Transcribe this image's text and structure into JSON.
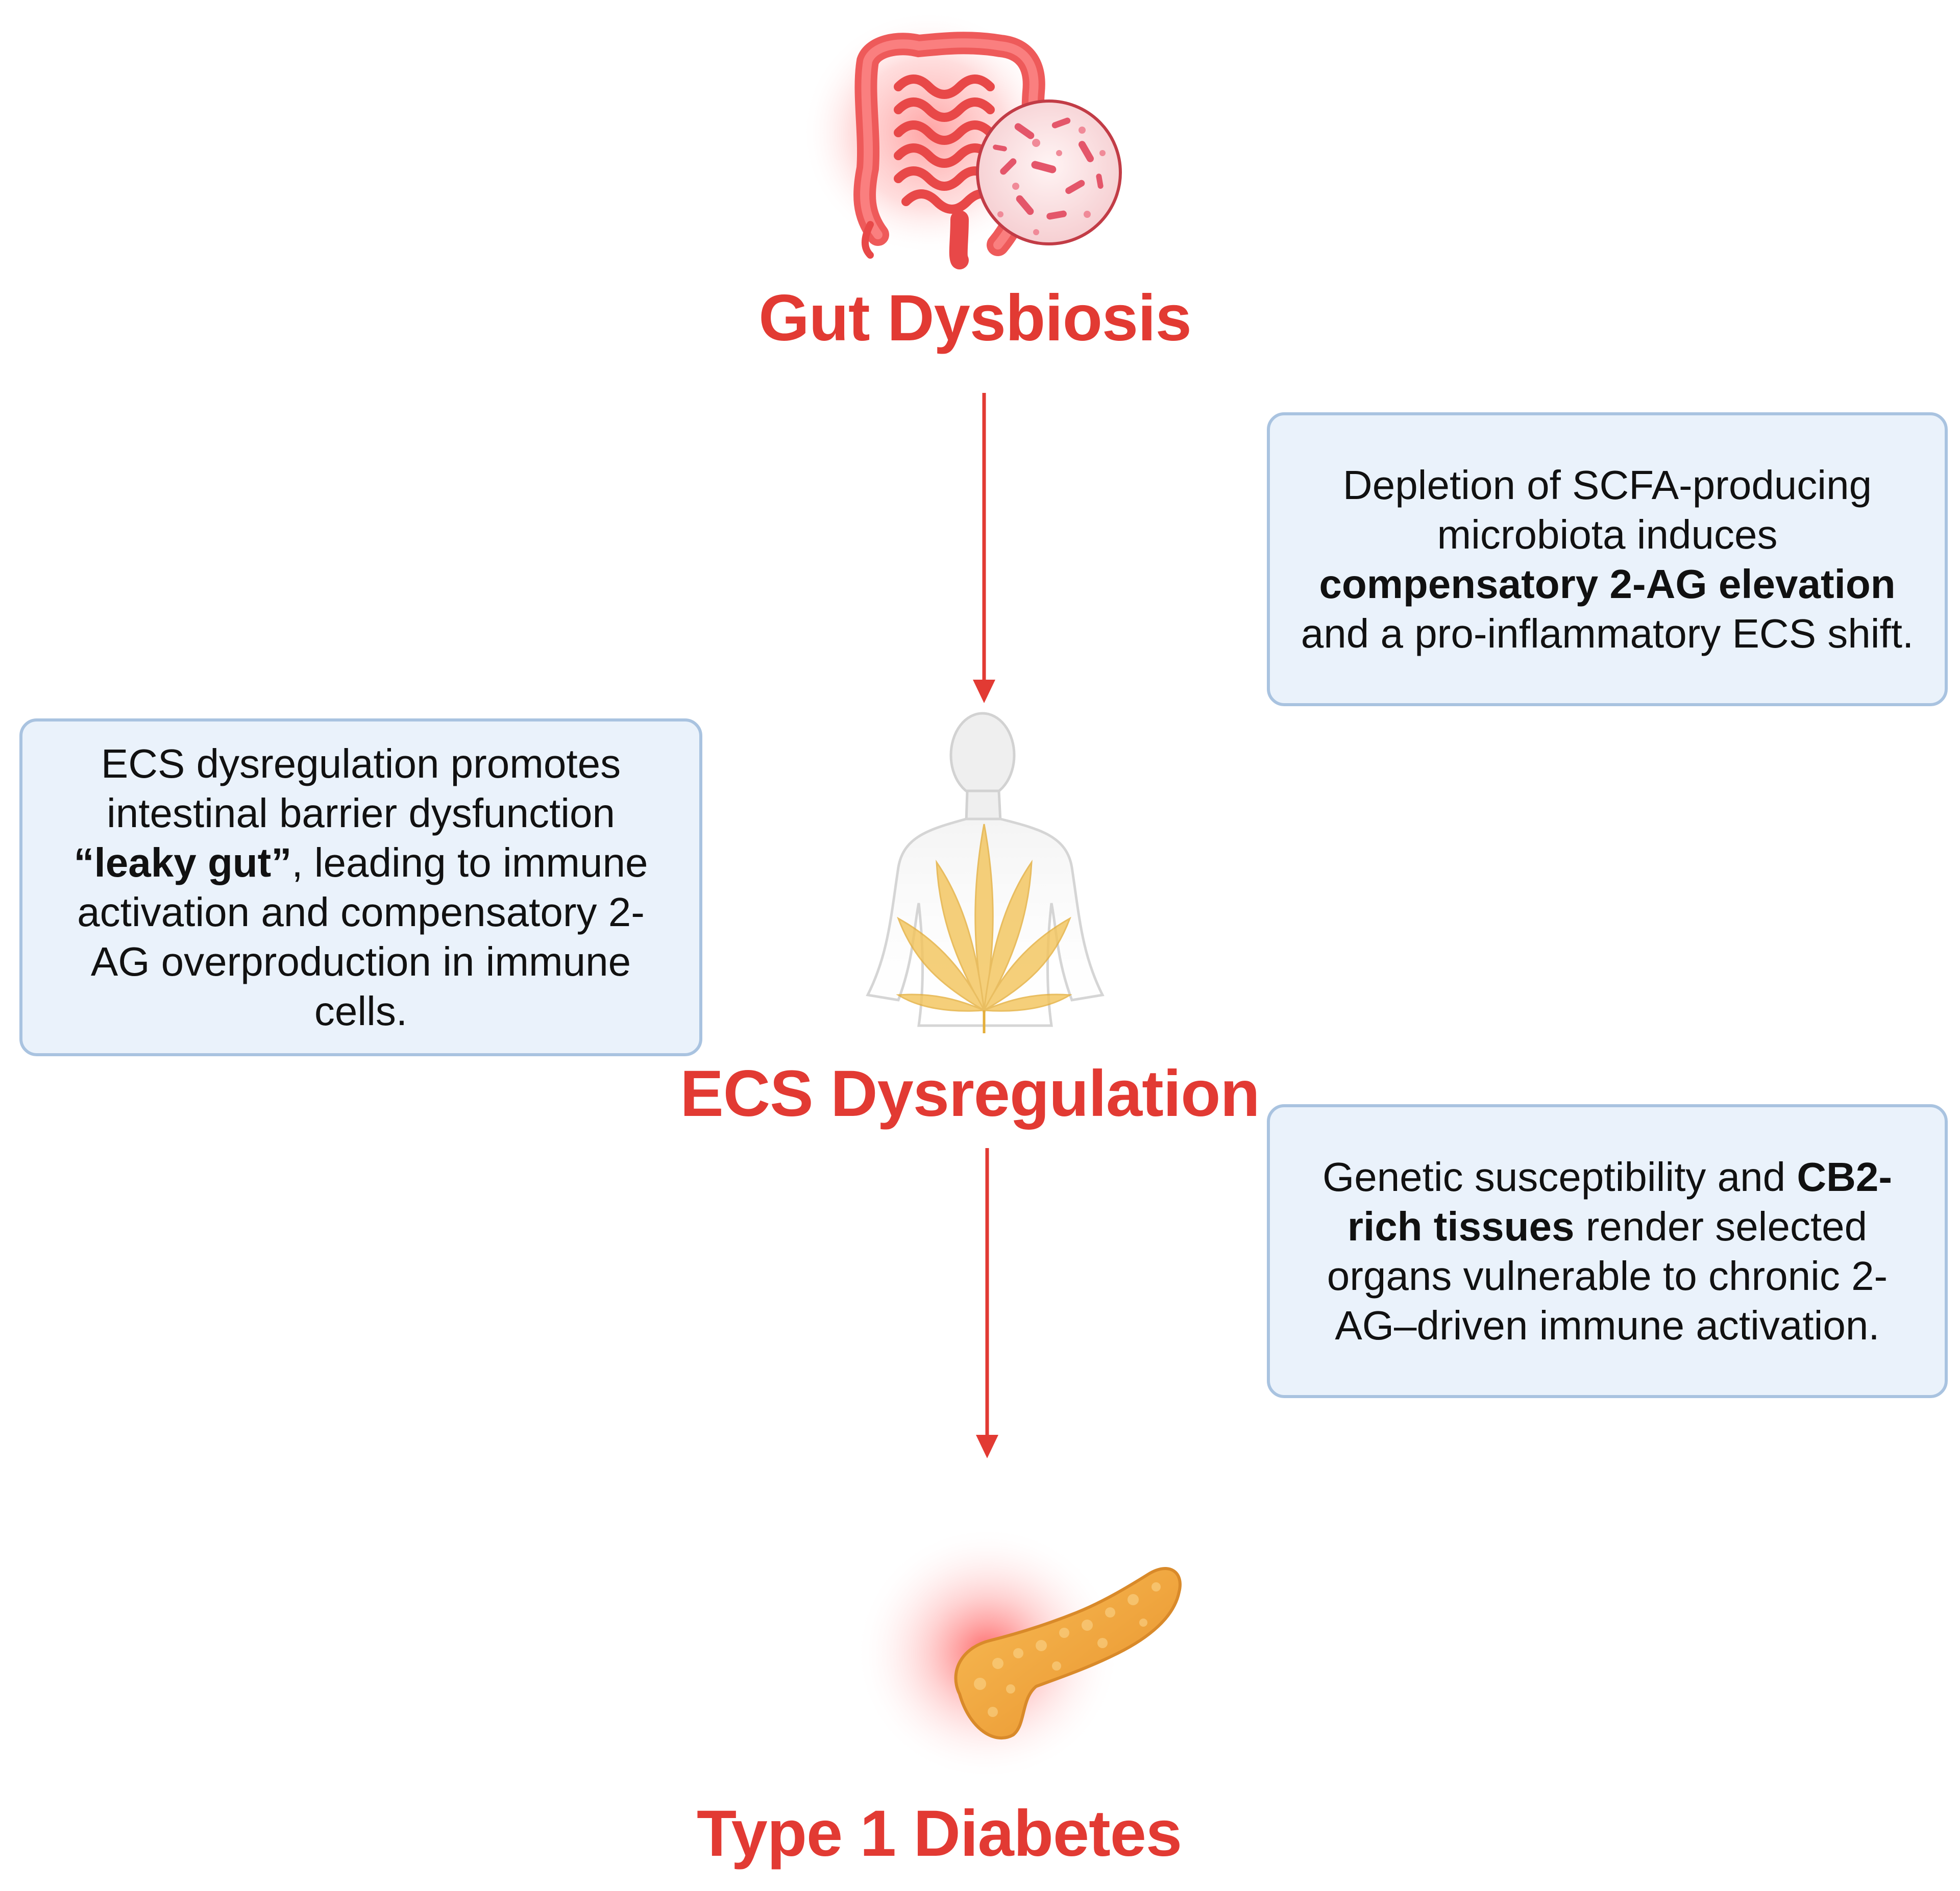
{
  "stages": {
    "gut": {
      "title": "Gut Dysbiosis",
      "icon": "intestine-icon"
    },
    "ecs": {
      "title": "ECS Dysregulation",
      "icon": "human-cannabis-leaf-icon"
    },
    "t1d": {
      "title": "Type 1 Diabetes",
      "icon": "pancreas-icon"
    }
  },
  "boxes": {
    "scfa": {
      "part1": "Depletion of SCFA-producing microbiota induces ",
      "bold": "compensatory 2-AG elevation",
      "part2": " and a pro-inflammatory ECS shift."
    },
    "leaky": {
      "part1": "ECS dysregulation promotes intestinal barrier dysfunction ",
      "bold": "“leaky gut”",
      "part2": ", leading to immune activation and compensatory 2-AG overproduction in immune cells."
    },
    "genetic": {
      "part1": "Genetic susceptibility and ",
      "bold": "CB2-rich tissues",
      "part2": " render selected organs vulnerable to chronic 2-AG–driven immune activation."
    }
  },
  "colors": {
    "title_red": "#e23a33",
    "arrow_red": "#e23a33",
    "box_fill": "#eaf2fb",
    "box_border": "#a9c3e0",
    "leaf_gold": "#f3c45a",
    "pancreas_orange": "#f2a43c"
  }
}
